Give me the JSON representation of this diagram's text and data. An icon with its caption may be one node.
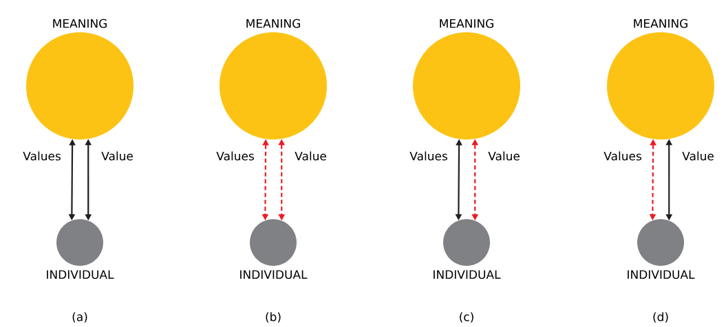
{
  "diagram": {
    "nodes": [
      {
        "text": [
          "MEANING"
        ]
      },
      {
        "text": [
          "INDIVIDUAL"
        ]
      },
      {
        "text": [
          "MEANING"
        ]
      },
      {
        "text": [
          "INDIVIDUAL"
        ]
      },
      {
        "text": [
          "MEANING"
        ]
      },
      {
        "text": [
          "INDIVIDUAL"
        ]
      },
      {
        "text": [
          "MEANING"
        ]
      },
      {
        "text": [
          "INDIVIDUAL"
        ]
      }
    ],
    "edges": [
      {
        "from": 0,
        "to": 1,
        "arrow": "both",
        "label": "Values"
      },
      {
        "from": 0,
        "to": 1,
        "arrow": "both",
        "label": "Value"
      },
      {
        "from": 2,
        "to": 3,
        "arrow": "both",
        "label": "Values",
        "style": "dashed",
        "color": "#ed1c24"
      },
      {
        "from": 2,
        "to": 3,
        "arrow": "both",
        "label": "Value",
        "style": "dashed",
        "color": "#ed1c24"
      },
      {
        "from": 4,
        "to": 5,
        "arrow": "both",
        "label": "Values"
      },
      {
        "from": 4,
        "to": 5,
        "arrow": "both",
        "label": "Value",
        "style": "dashed",
        "color": "#ed1c24"
      },
      {
        "from": 6,
        "to": 7,
        "arrow": "both",
        "label": "Values",
        "style": "dashed",
        "color": "#ed1c24"
      },
      {
        "from": 6,
        "to": 7,
        "arrow": "both",
        "label": "Value"
      }
    ],
    "labels": [
      "(a)",
      "(b)",
      "(c)",
      "(d)"
    ]
  }
}
